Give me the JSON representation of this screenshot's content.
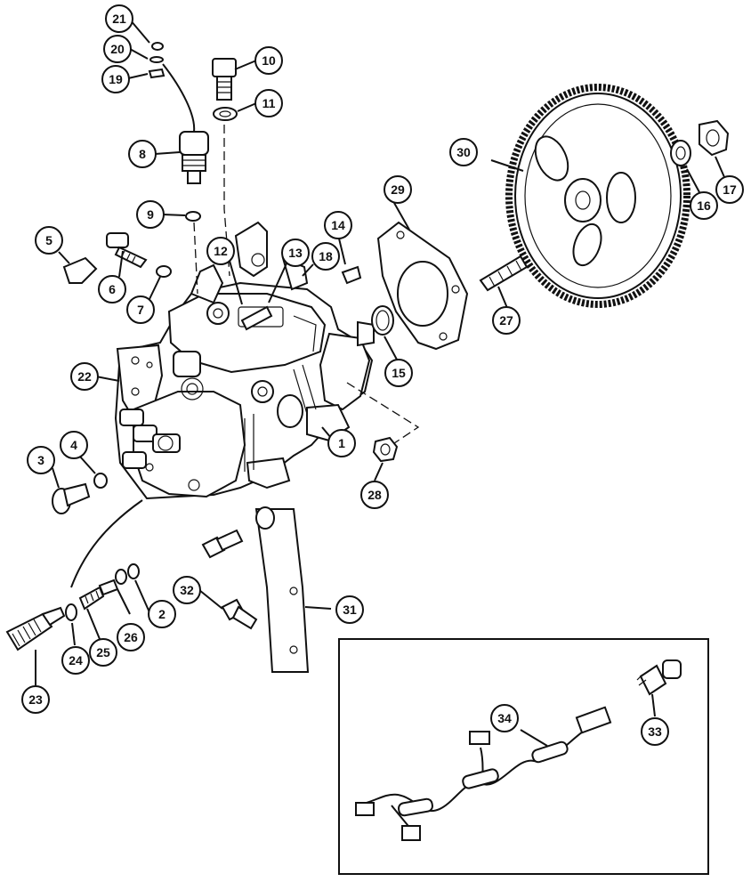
{
  "diagram": {
    "callouts": [
      {
        "id": "c1",
        "label": "1"
      },
      {
        "id": "c2",
        "label": "2"
      },
      {
        "id": "c3",
        "label": "3"
      },
      {
        "id": "c4",
        "label": "4"
      },
      {
        "id": "c5",
        "label": "5"
      },
      {
        "id": "c6",
        "label": "6"
      },
      {
        "id": "c7",
        "label": "7"
      },
      {
        "id": "c8",
        "label": "8"
      },
      {
        "id": "c9",
        "label": "9"
      },
      {
        "id": "c10",
        "label": "10"
      },
      {
        "id": "c11",
        "label": "11"
      },
      {
        "id": "c12",
        "label": "12"
      },
      {
        "id": "c13",
        "label": "13"
      },
      {
        "id": "c14",
        "label": "14"
      },
      {
        "id": "c15",
        "label": "15"
      },
      {
        "id": "c16",
        "label": "16"
      },
      {
        "id": "c17",
        "label": "17"
      },
      {
        "id": "c18",
        "label": "18"
      },
      {
        "id": "c19",
        "label": "19"
      },
      {
        "id": "c20",
        "label": "20"
      },
      {
        "id": "c21",
        "label": "21"
      },
      {
        "id": "c22",
        "label": "22"
      },
      {
        "id": "c23",
        "label": "23"
      },
      {
        "id": "c24",
        "label": "24"
      },
      {
        "id": "c25",
        "label": "25"
      },
      {
        "id": "c26",
        "label": "26"
      },
      {
        "id": "c27",
        "label": "27"
      },
      {
        "id": "c28",
        "label": "28"
      },
      {
        "id": "c29",
        "label": "29"
      },
      {
        "id": "c30",
        "label": "30"
      },
      {
        "id": "c31",
        "label": "31"
      },
      {
        "id": "c32",
        "label": "32"
      },
      {
        "id": "c33",
        "label": "33"
      },
      {
        "id": "c34",
        "label": "34"
      }
    ]
  }
}
